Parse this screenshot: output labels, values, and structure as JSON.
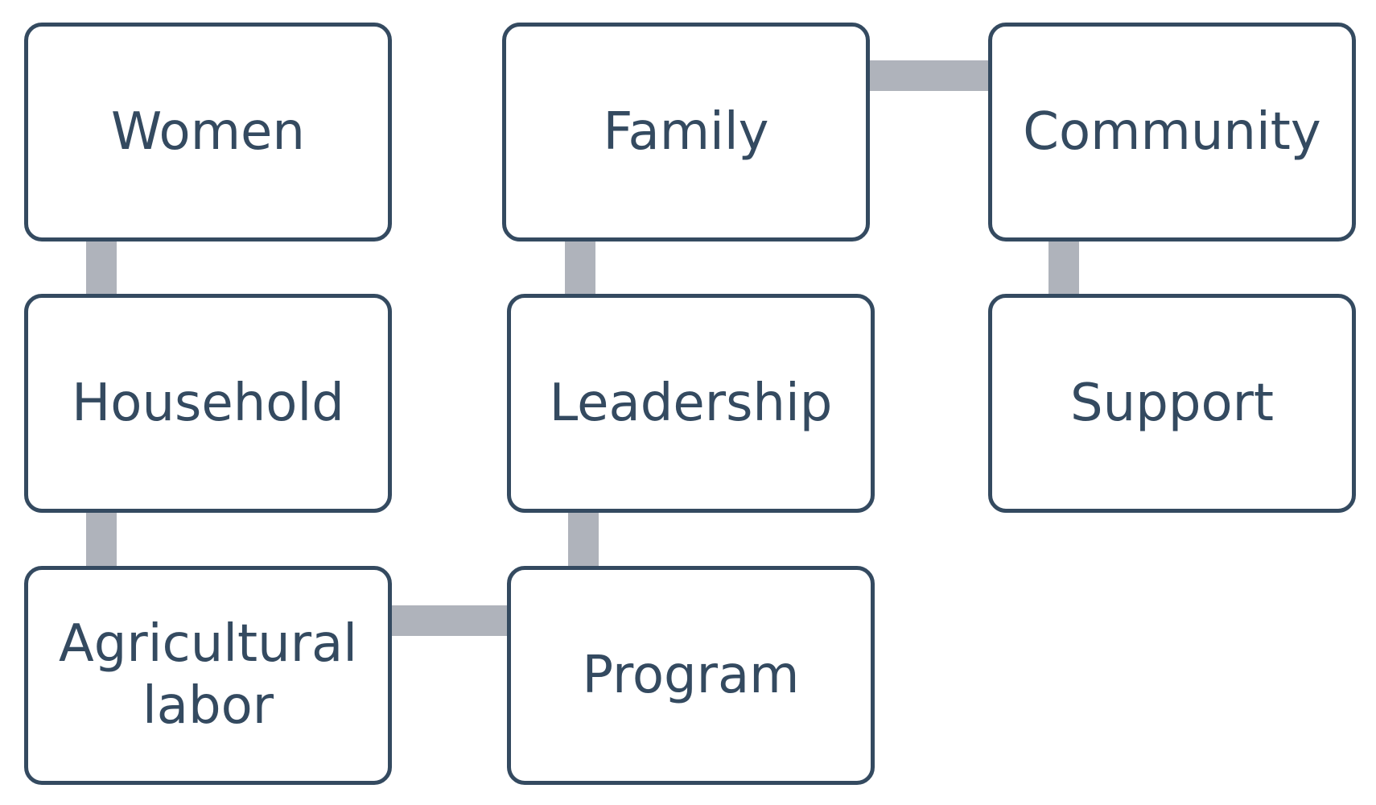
{
  "nodes": {
    "women": "Women",
    "household": "Household",
    "agricultural_labor": "Agricultural\nlabor",
    "family": "Family",
    "leadership": "Leadership",
    "program": "Program",
    "community": "Community",
    "support": "Support"
  },
  "colors": {
    "border": "#344a60",
    "text": "#344a60",
    "connector": "#afb3bb"
  }
}
